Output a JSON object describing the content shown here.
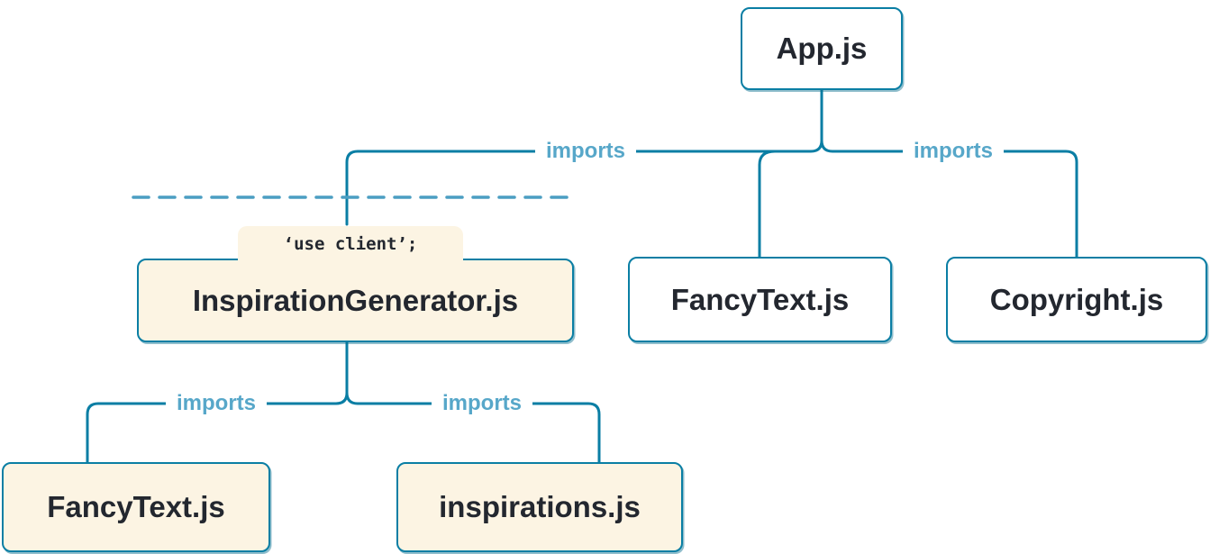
{
  "diagram": {
    "edge_label": "imports",
    "nodes": {
      "app": {
        "label": "App.js",
        "type": "server"
      },
      "inspiration_generator": {
        "label": "InspirationGenerator.js",
        "type": "client",
        "directive": "‘use client’;"
      },
      "fancy_text_top": {
        "label": "FancyText.js",
        "type": "server"
      },
      "copyright": {
        "label": "Copyright.js",
        "type": "server"
      },
      "fancy_text_bottom": {
        "label": "FancyText.js",
        "type": "client"
      },
      "inspirations": {
        "label": "inspirations.js",
        "type": "client"
      }
    },
    "colors": {
      "line": "#0a7ea4",
      "edge_label_text": "#57a7c9",
      "server_node_bg": "#ffffff",
      "client_node_bg": "#fcf4e3",
      "node_text": "#23272f",
      "boundary_dash": "#4b9ec2"
    }
  }
}
